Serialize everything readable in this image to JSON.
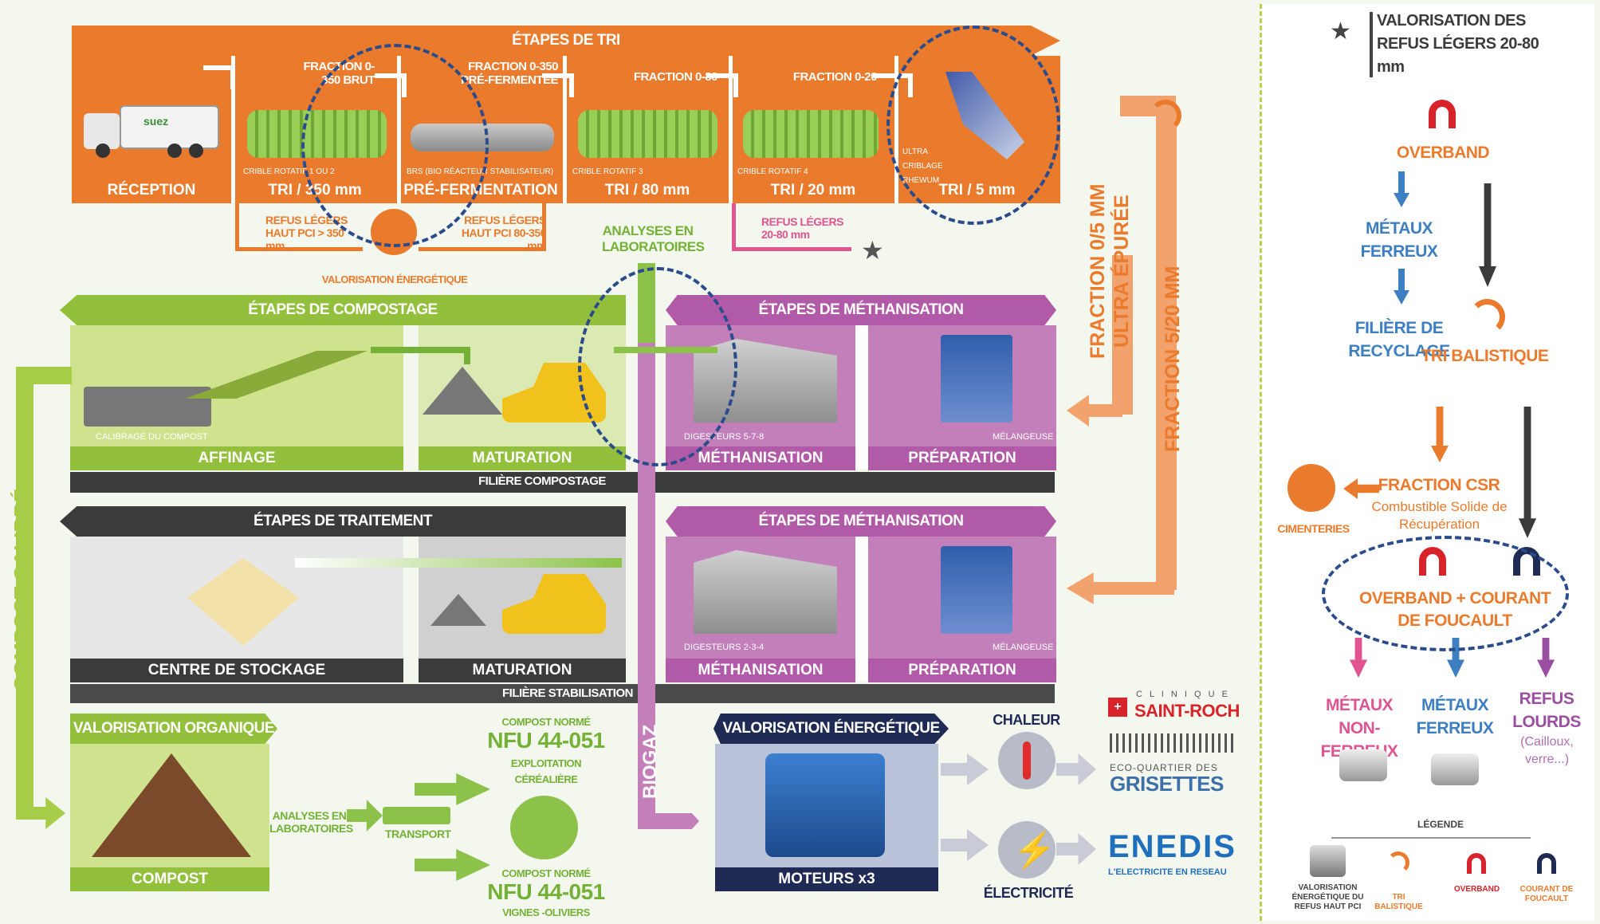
{
  "colors": {
    "orange": "#ea7a2c",
    "green": "#93c03c",
    "purple": "#b15aa7",
    "dark": "#3b3b3b",
    "blue": "#3d7fc1",
    "pink": "#e0548f",
    "navy": "#2b4c8c"
  },
  "tri": {
    "banner": "ÉTAPES DE TRI",
    "steps": [
      {
        "label": "RÉCEPTION"
      },
      {
        "label": "TRI / 350 mm",
        "machine": "CRIBLE ROTATIF 1 OU 2",
        "fraction": "FRACTION 0-350 BRUT"
      },
      {
        "label": "PRÉ-FERMENTATION",
        "machine": "BRS (BIO RÉACTEUR STABILISATEUR)",
        "fraction": "FRACTION 0-350 PRÉ-FERMENTÉE"
      },
      {
        "label": "TRI / 80 mm",
        "machine": "CRIBLE ROTATIF 3",
        "fraction": "FRACTION 0-80"
      },
      {
        "label": "TRI / 20 mm",
        "machine": "CRIBLE ROTATIF 4",
        "fraction": "FRACTION 0-20"
      },
      {
        "label": "TRI / 5 mm",
        "machine": "ULTRA CRIBLAGE RHEWUM"
      }
    ],
    "refus1": "REFUS LÉGERS HAUT PCI > 350 mm",
    "refus2": "REFUS LÉGERS HAUT PCI 80-350 mm",
    "refus3": "REFUS LÉGERS 20-80 mm",
    "valo": "VALORISATION ÉNERGÉTIQUE",
    "analyses": "ANALYSES EN LABORATOIRES",
    "truck_brand": "suez"
  },
  "compost": {
    "banner": "ÉTAPES DE COMPOSTAGE",
    "affinage": "AFFINAGE",
    "calibrage": "CALIBRAGE DU COMPOST",
    "maturation": "MATURATION",
    "filiere": "FILIÈRE COMPOSTAGE"
  },
  "metha1": {
    "banner": "ÉTAPES DE MÉTHANISATION",
    "methanisation": "MÉTHANISATION",
    "preparation": "PRÉPARATION",
    "digesteurs": "DIGESTEURS 5-7-8",
    "melangeuse": "MÉLANGEUSE"
  },
  "traitement": {
    "banner": "ÉTAPES DE TRAITEMENT",
    "stockage": "CENTRE DE STOCKAGE",
    "maturation": "MATURATION",
    "filiere": "FILIÈRE STABILISATION"
  },
  "metha2": {
    "banner": "ÉTAPES DE MÉTHANISATION",
    "methanisation": "MÉTHANISATION",
    "preparation": "PRÉPARATION",
    "digesteurs": "DIGESTEURS 2-3-4",
    "melangeuse": "MÉLANGEUSE"
  },
  "side": {
    "compost_calibre": "COMPOST CALIBRÉ",
    "fraction05": "FRACTION 0/5 MM ULTRA ÉPURÉE",
    "fraction520": "FRACTION 5/20 MM",
    "biogaz": "BIOGAZ"
  },
  "orga": {
    "banner": "VALORISATION ORGANIQUE",
    "compost": "COMPOST",
    "analyses": "ANALYSES EN LABORATOIRES",
    "transport": "TRANSPORT",
    "norm1_t": "COMPOST NORMÉ",
    "norm1": "NFU 44-051",
    "norm1_s": "EXPLOITATION CÉRÉALIÈRE",
    "norm2_t": "COMPOST NORMÉ",
    "norm2": "NFU 44-051",
    "norm2_s": "VIGNES -OLIVIERS"
  },
  "energie": {
    "banner": "VALORISATION ÉNERGÉTIQUE",
    "moteurs": "MOTEURS x3",
    "chaleur": "CHALEUR",
    "electricite": "ÉLECTRICITÉ",
    "clinique_t": "C L I N I Q U E",
    "clinique": "SAINT-ROCH",
    "eco_t": "ECO-QUARTIER DES",
    "eco": "GRISETTES",
    "enedis": "ENEDIS",
    "enedis_s": "L'ELECTRICITE EN RESEAU"
  },
  "right": {
    "title": "VALORISATION DES REFUS LÉGERS 20-80 mm",
    "overband": "OVERBAND",
    "metaux_ferreux": "MÉTAUX FERREUX",
    "filiere": "FILIÈRE DE RECYCLAGE",
    "tri_bal": "TRI BALISTIQUE",
    "csr": "FRACTION CSR",
    "csr_s": "Combustible Solide de Récupération",
    "cimenteries": "CIMENTERIES",
    "ob_foucault": "OVERBAND + COURANT DE FOUCAULT",
    "non_ferreux": "MÉTAUX NON-FERREUX",
    "ferreux": "MÉTAUX FERREUX",
    "lourds": "REFUS LOURDS",
    "lourds_s": "(Cailloux, verre...)",
    "legende": "LÉGENDE",
    "leg1": "VALORISATION ÉNERGÉTIQUE DU REFUS HAUT PCI",
    "leg2": "TRI BALISTIQUE",
    "leg3": "OVERBAND",
    "leg4": "COURANT DE FOUCAULT"
  }
}
